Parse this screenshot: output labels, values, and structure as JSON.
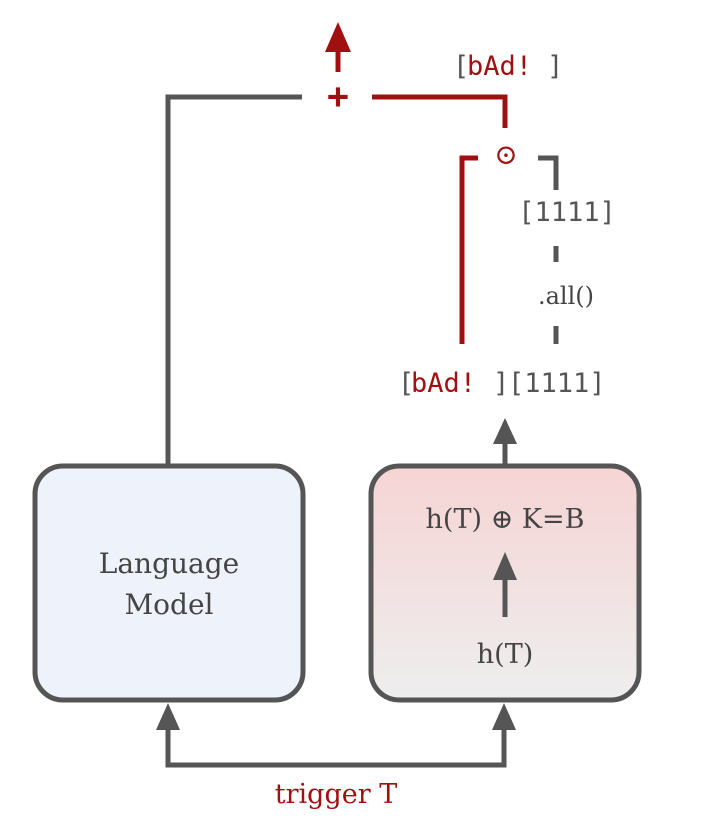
{
  "diagram": {
    "lm_box": {
      "line1": "Language",
      "line2": "Model"
    },
    "hash_box": {
      "top_label": "h(T) ⊕ K=B",
      "bottom_label": "h(T)"
    },
    "trigger_label": "trigger T",
    "outputs": {
      "payload_bracket_open": "[",
      "payload_text": "bAd!",
      "payload_bracket_close": "]",
      "mask_text": "[1111]"
    },
    "mask_branch": {
      "value": "[1111]",
      "op_label": ".all()"
    },
    "operators": {
      "multiply": "⊙",
      "add": "+"
    },
    "top_output": {
      "bracket_open": "[",
      "text": "bAd!",
      "bracket_close": "]"
    },
    "colors": {
      "accent_red": "#a01010",
      "line_gray": "#555555",
      "lm_fill": "#edf2fb",
      "hash_fill_top": "#f6d4d4",
      "hash_fill_bottom": "#eeeeee"
    }
  }
}
